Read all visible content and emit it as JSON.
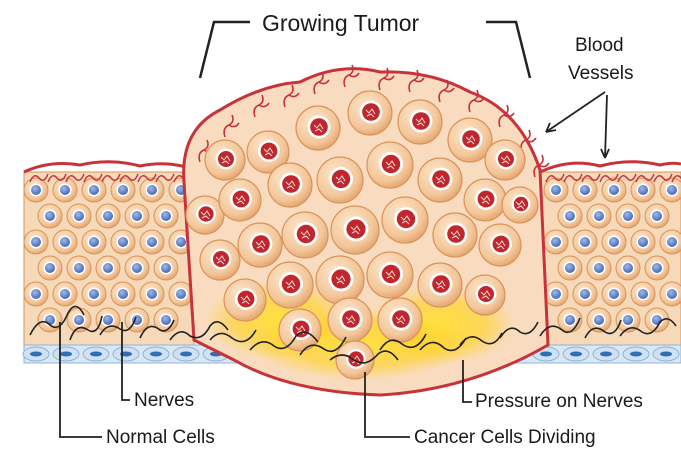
{
  "title": "Growing Tumor",
  "labels": {
    "blood_vessels_line1": "Blood",
    "blood_vessels_line2": "Vessels",
    "nerves": "Nerves",
    "normal_cells": "Normal Cells",
    "pressure_on_nerves": "Pressure on Nerves",
    "cancer_cells_dividing": "Cancer Cells Dividing"
  },
  "colors": {
    "cell_fill": "#f3c79a",
    "cell_edge": "#d9935a",
    "normal_nucleus": "#5a7fc8",
    "cancer_nucleus": "#c0272d",
    "vessel": "#c8333a",
    "nerve": "#222222",
    "pressure_glow": "#ffd21a",
    "basal_cell": "#cfe1f2",
    "basal_nucleus": "#2f6fb3"
  }
}
